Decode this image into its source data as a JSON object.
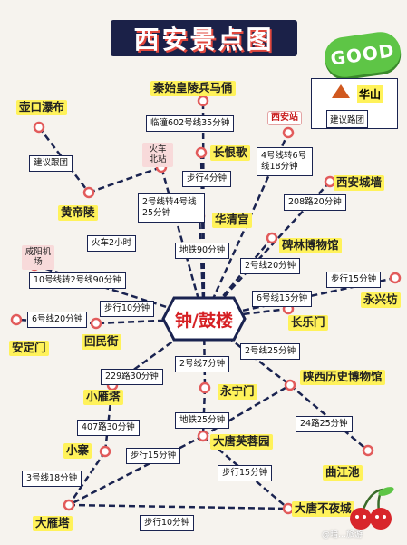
{
  "title": "西安景点图",
  "badge": "GOOD",
  "legend": {
    "place": "华山",
    "route": "建议路团"
  },
  "center": "钟/鼓楼",
  "places": {
    "hukou": "壶口瀑布",
    "terracotta": "秦始皇陵兵马俑",
    "huangdi": "黄帝陵",
    "changhenge": "长恨歌",
    "huaqing": "华清宫",
    "citywall": "西安城墙",
    "beilin": "碑林博物馆",
    "yongxing": "永兴坊",
    "changle": "长乐门",
    "anding": "安定门",
    "huimin": "回民街",
    "history": "陕西历史博物馆",
    "xiaoyan": "小雁塔",
    "yongning": "永宁门",
    "furong": "大唐芙蓉园",
    "xiaozhai": "小寨",
    "qujiang": "曲江池",
    "dayan": "大雁塔",
    "datangbuye": "大唐不夜城"
  },
  "small_places": {
    "train": "火车北站",
    "station": "西安站",
    "airport": "咸阳机场"
  },
  "routes": {
    "hukou": "建议跟团",
    "terracotta": "临潼602号线35分钟",
    "train_to_center": "火车2小时",
    "station": "4号线转6号线18分钟",
    "walk_changhenge": "步行4分钟",
    "line2_4": "2号线转4号线25分钟",
    "citywall": "208路20分钟",
    "metro90": "地铁90分钟",
    "beilin": "2号线20分钟",
    "airport": "10号线转2号线90分钟",
    "walk15_yongxing": "步行15分钟",
    "line6_changle": "6号线15分钟",
    "walk10_huimin": "步行10分钟",
    "line6_anding": "6号线20分钟",
    "history": "2号线25分钟",
    "yongning_line2": "2号线7分钟",
    "xiaoyan": "229路30分钟",
    "metro25": "地铁25分钟",
    "xiaozhai_bus": "407路30分钟",
    "qujiang": "24路25分钟",
    "walk15_furong": "步行15分钟",
    "walk15_buye": "步行15分钟",
    "line3": "3号线18分钟",
    "walk10_bottom": "步行10分钟"
  },
  "watermark": "@暗…旅游",
  "colors": {
    "line": "#1a2350",
    "node": "#e25b5b",
    "highlight": "#fff25a",
    "center": "#d62024",
    "title_bg": "#1b2148"
  }
}
